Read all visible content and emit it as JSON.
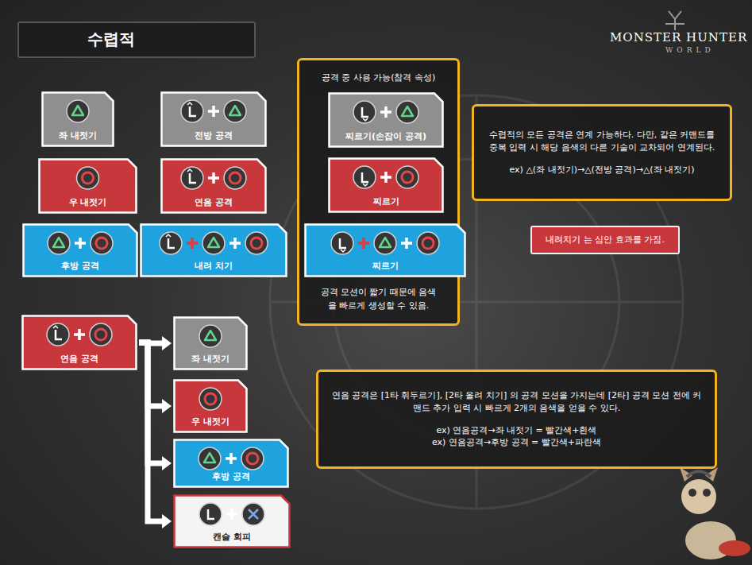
{
  "diagram": {
    "title": "수렵적",
    "nodes": [
      {
        "text": [
          "좌 내젓기"
        ]
      },
      {
        "text": [
          "전방 공격"
        ]
      },
      {
        "text": [
          "우 내젓기"
        ]
      },
      {
        "text": [
          "연음 공격"
        ]
      },
      {
        "text": [
          "후방 공격"
        ]
      },
      {
        "text": [
          "내려 치기"
        ]
      },
      {
        "text": [
          "공격 중 사용 가능(참격 속성)",
          "공격 모션이 짧기 때문에 음색 을 빠르게 생성할 수 있음."
        ]
      },
      {
        "text": [
          "찌르기(손잡이 공격)"
        ],
        "in": 6
      },
      {
        "text": [
          "찌르기"
        ],
        "in": 6
      },
      {
        "text": [
          "찌르기"
        ],
        "in": 6
      },
      {
        "text": [
          "수렵적의 모든 공격은 연계 가능하다. 다만, 같은 커맨드를 중복 입력 시 해당 음색의 다른 기술이 교차되어 연계된다.",
          "ex) △(좌 내젓기)→△(전방 공격)→△(좌 내젓기)"
        ]
      },
      {
        "text": [
          "내려치기",
          "는 심안 효과를 가짐."
        ]
      },
      {
        "text": [
          "연음 공격"
        ]
      },
      {
        "text": [
          "좌 내젓기"
        ]
      },
      {
        "text": [
          "우 내젓기"
        ]
      },
      {
        "text": [
          "후방 공격"
        ]
      },
      {
        "text": [
          "캔슬 회피"
        ]
      },
      {
        "text": [
          "연음 공격은 [1타 휘두르기], [2타 올려 치기] 의 공격 모션을 가지는데 [2타] 공격 모션 전에 커맨드 추가 입력 시 빠르게 2개의 음색을 얻을 수 있다.",
          "ex) 연음공격→좌 내젓기 = 빨간색+흰색",
          "ex) 연음공격→후방 공격 = 빨간색+파란색"
        ]
      }
    ],
    "edges": [
      {
        "from": 12,
        "to": 13,
        "arrow": "to"
      },
      {
        "from": 12,
        "to": 14,
        "arrow": "to"
      },
      {
        "from": 12,
        "to": 15,
        "arrow": "to"
      },
      {
        "from": 12,
        "to": 16,
        "arrow": "to"
      }
    ],
    "labels": [
      "MONSTER HUNTER",
      "WORLD"
    ]
  }
}
